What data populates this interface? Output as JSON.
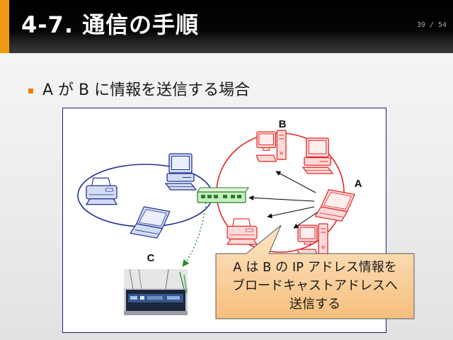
{
  "slide": {
    "title": "4-7. 通信の手順",
    "page_number": "39 / 54"
  },
  "bullet": {
    "text": "A が B に情報を送信する場合"
  },
  "diagram": {
    "labels": {
      "a": "A",
      "b": "B",
      "c": "C"
    },
    "callout": {
      "lines": [
        "A は B の IP アドレス情報を",
        "ブロードキャストアドレスへ",
        "送信する"
      ]
    },
    "icons": [
      "printer-icon",
      "desktop-pc-icon",
      "laptop-icon",
      "switch-hub-icon"
    ]
  },
  "colors": {
    "accent": "#f29b12",
    "bullet": "#ee7d0f",
    "header_bg": "#000000",
    "network_left": "#22338f",
    "network_right": "#e02828",
    "switch_green": "#2a7d2a",
    "callout_fill": "#f6bf7e"
  }
}
